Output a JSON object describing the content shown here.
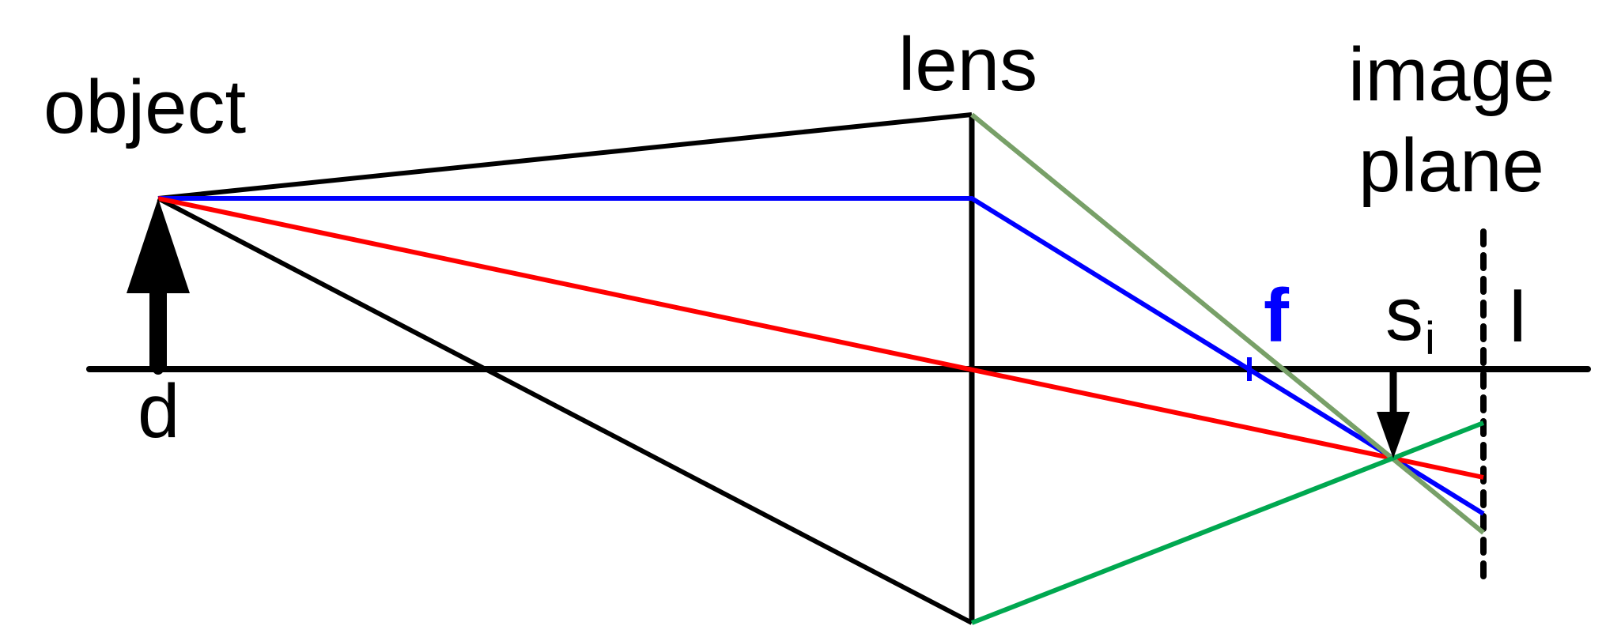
{
  "labels": {
    "object": "object",
    "lens": "lens",
    "image_line1": "image",
    "image_line2": "plane",
    "focal": "f",
    "image_distance_main": "s",
    "image_distance_sub": "i",
    "object_distance": "d",
    "image_plane_mark": "I"
  },
  "colors": {
    "background": "#ffffff",
    "axis": "#000000",
    "ray_top": "#000000",
    "ray_parallel": "#0000ff",
    "ray_chief": "#ff0000",
    "ray_top_refracted": "#78a068",
    "ray_bottom_refracted": "#00a850",
    "focal_label": "#0000ff",
    "text": "#000000"
  }
}
